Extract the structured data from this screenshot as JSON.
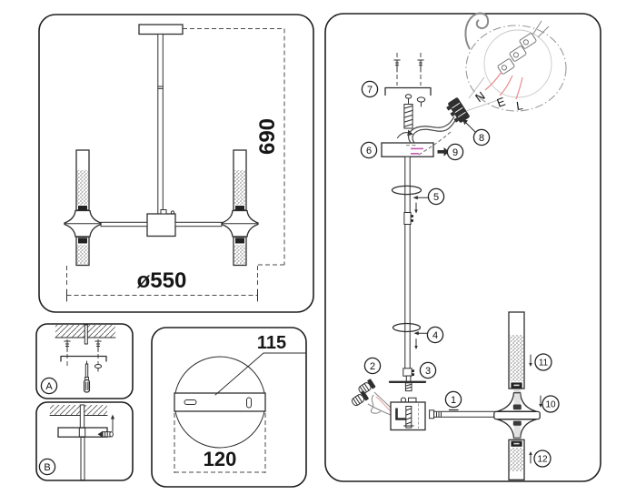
{
  "colors": {
    "line": "#2e2e2e",
    "soft_gray": "#8a8a8a",
    "light_gray": "#b5b5b5",
    "red": "#e98d8d",
    "magenta": "#c558b6",
    "dark_fill": "#222222"
  },
  "front_view": {
    "height_dim": "690",
    "diameter_dim": "ø550"
  },
  "mount_view": {
    "bracket_width_dim": "115",
    "canopy_diameter_dim": "120"
  },
  "wiring_labels": {
    "neutral": "N",
    "earth": "E",
    "live": "L"
  },
  "inset_labels": {
    "a": "A",
    "b": "B"
  },
  "steps": [
    {
      "label": "1"
    },
    {
      "label": "2"
    },
    {
      "label": "3"
    },
    {
      "label": "4"
    },
    {
      "label": "5"
    },
    {
      "label": "6"
    },
    {
      "label": "7"
    },
    {
      "label": "8"
    },
    {
      "label": "9"
    },
    {
      "label": "10"
    },
    {
      "label": "11"
    },
    {
      "label": "12"
    }
  ]
}
